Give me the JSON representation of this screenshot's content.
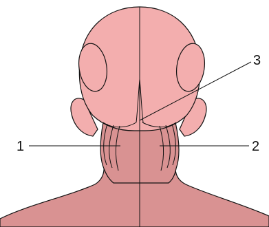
{
  "colors": {
    "head_fill": "#f3aeae",
    "neck_fill": "#d99292",
    "outline": "#111111"
  },
  "labels": {
    "label_1": "1",
    "label_2": "2",
    "label_3": "3"
  }
}
